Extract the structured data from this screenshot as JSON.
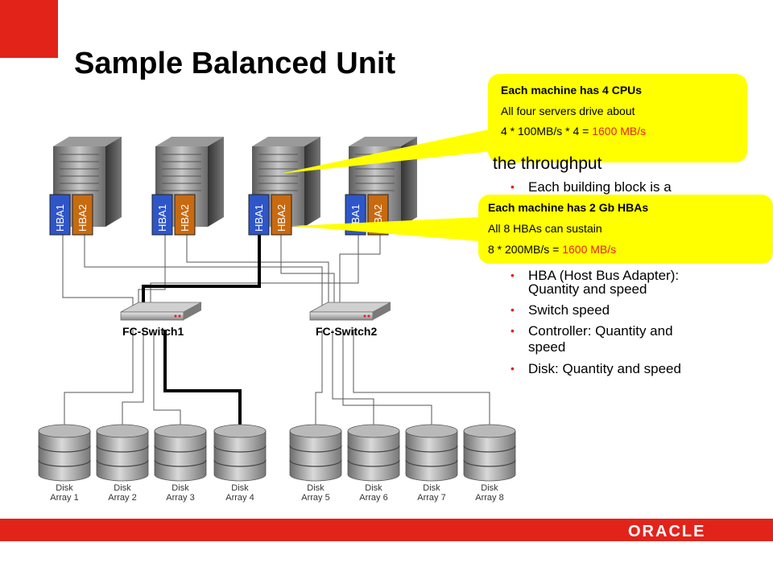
{
  "title": "Sample Balanced Unit",
  "right_panel": {
    "main_point": "the throughput",
    "bullets": [
      "Each building block is a",
      "HBA (Host Bus Adapter):",
      "Quantity and speed",
      "Switch speed",
      "Controller: Quantity and",
      "speed",
      "Disk: Quantity and speed"
    ]
  },
  "callouts": [
    {
      "heading": "Each machine has 4 CPUs",
      "line1": "All four servers drive about",
      "line2_prefix": "4 * 100MB/s * 4 = ",
      "line2_value": "1600 MB/s"
    },
    {
      "heading": "Each machine has 2 Gb HBAs",
      "line1": "All 8 HBAs can sustain",
      "line2_prefix": "8 * 200MB/s = ",
      "line2_value": "1600 MB/s"
    }
  ],
  "hba_labels": [
    "HBA1",
    "HBA2"
  ],
  "switches": [
    "FC-Switch1",
    "FC-Switch2"
  ],
  "disk_arrays": [
    {
      "line1": "Disk",
      "line2": "Array 1"
    },
    {
      "line1": "Disk",
      "line2": "Array 2"
    },
    {
      "line1": "Disk",
      "line2": "Array 3"
    },
    {
      "line1": "Disk",
      "line2": "Array 4"
    },
    {
      "line1": "Disk",
      "line2": "Array 5"
    },
    {
      "line1": "Disk",
      "line2": "Array 6"
    },
    {
      "line1": "Disk",
      "line2": "Array 7"
    },
    {
      "line1": "Disk",
      "line2": "Array 8"
    }
  ],
  "footer": {
    "logo": "ORACLE"
  },
  "colors": {
    "accent_red": "#e2231a",
    "callout_yellow": "#ffff00",
    "hba1_blue": "#2f56c8",
    "hba2_orange": "#c86a10"
  }
}
